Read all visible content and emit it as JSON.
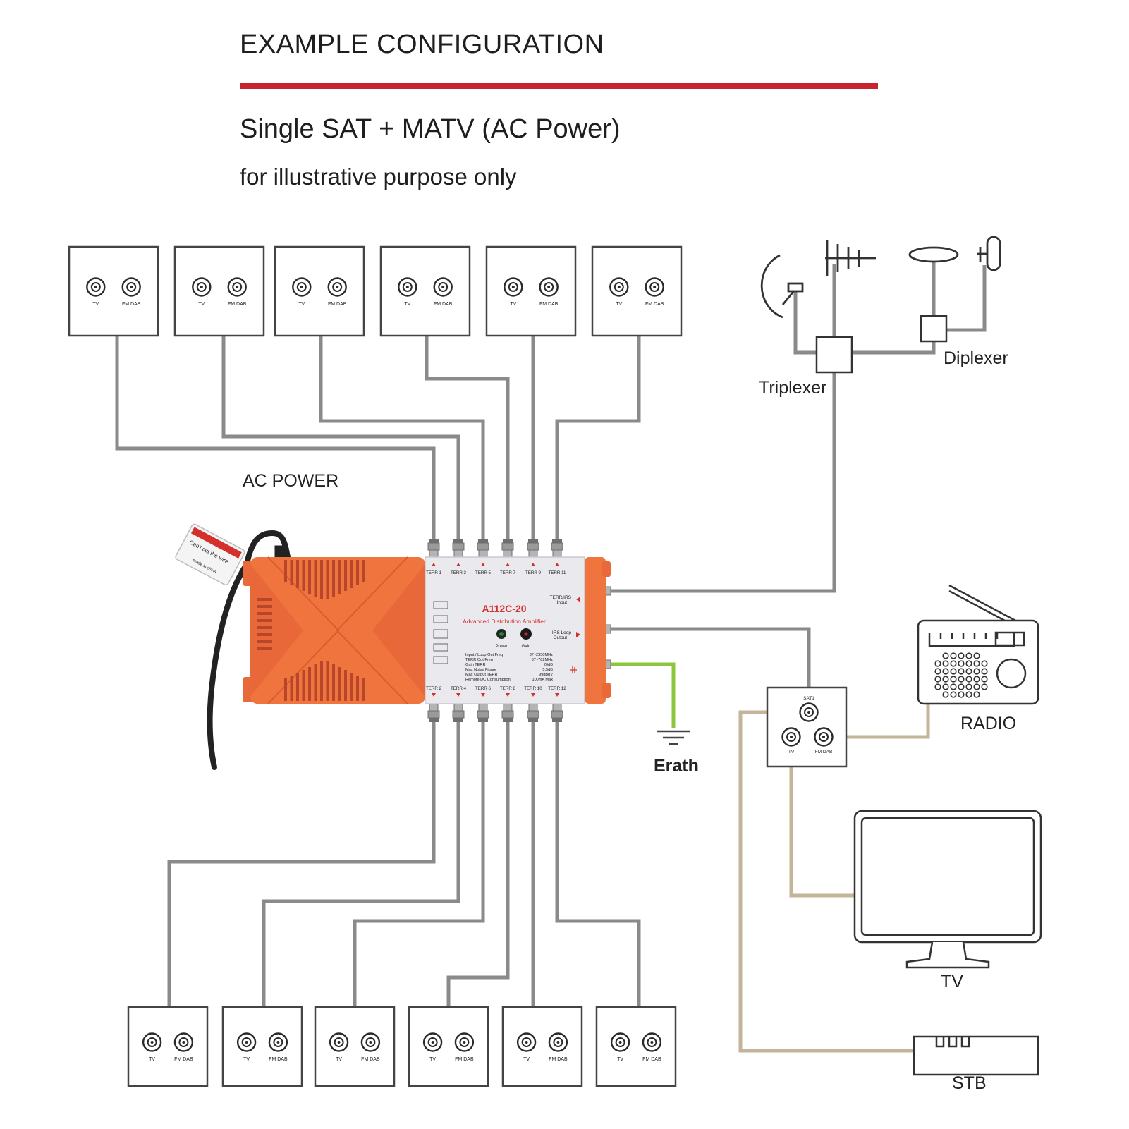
{
  "header": {
    "title": "EXAMPLE CONFIGURATION",
    "subtitle": "Single SAT + MATV (AC Power)",
    "note": "for illustrative purpose only"
  },
  "colors": {
    "accent_line": "#c8242f",
    "cable": "#8a8a8a",
    "user_cable": "#c3b59a",
    "earth_wire": "#8cc63f",
    "amplifier_body": "#f0743d",
    "amplifier_panel": "#e9e9ee",
    "amplifier_text": "#d4312c"
  },
  "wall_plate": {
    "port_tv": "TV",
    "port_fm": "FM DAB",
    "port_sat": "SAT1"
  },
  "labels": {
    "ac_power": "AC POWER",
    "triplexer": "Triplexer",
    "diplexer": "Diplexer",
    "earth": "Erath",
    "radio": "RADIO",
    "tv": "TV",
    "stb": "STB"
  },
  "amplifier": {
    "model": "A112C-20",
    "description": "Advanced Distribution Amplifier",
    "top_ports": [
      "TERR 1",
      "TERR 3",
      "TERR 5",
      "TERR 7",
      "TERR 9",
      "TERR 11"
    ],
    "bottom_ports": [
      "TERR 2",
      "TERR 4",
      "TERR 6",
      "TERR 8",
      "TERR 10",
      "TERR 12"
    ],
    "input_label": [
      "TERR/IRS",
      "Input"
    ],
    "loop_label": [
      "IRS Loop",
      "Output"
    ],
    "power_label": "Power",
    "gain_label": "Gain",
    "specs": [
      {
        "k": "Input / Loop Out Freq",
        "v": "87~2350MHz"
      },
      {
        "k": "TERR Out Freq",
        "v": "87~782MHz"
      },
      {
        "k": "Gain TERR",
        "v": "20dB"
      },
      {
        "k": "Max Noise Figure",
        "v": "5.5dB"
      },
      {
        "k": "Max Output TERR",
        "v": "99dBuV"
      },
      {
        "k": "Remote DC Consumption",
        "v": "100mA Max"
      }
    ],
    "tag_text": [
      "Can't cut the wire",
      "made in china"
    ]
  }
}
